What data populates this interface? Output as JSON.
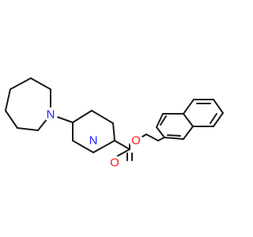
{
  "structure": {
    "atoms": [
      {
        "id": "N_azepane",
        "label": "N",
        "color": "#2020ff"
      },
      {
        "id": "N_piperidine",
        "label": "N",
        "color": "#2020ff"
      },
      {
        "id": "O_carbonyl",
        "label": "O",
        "color": "#ff1a1a"
      },
      {
        "id": "O_ether",
        "label": "O",
        "color": "#ff1a1a"
      }
    ],
    "bond_color": "#1a1a1a"
  }
}
